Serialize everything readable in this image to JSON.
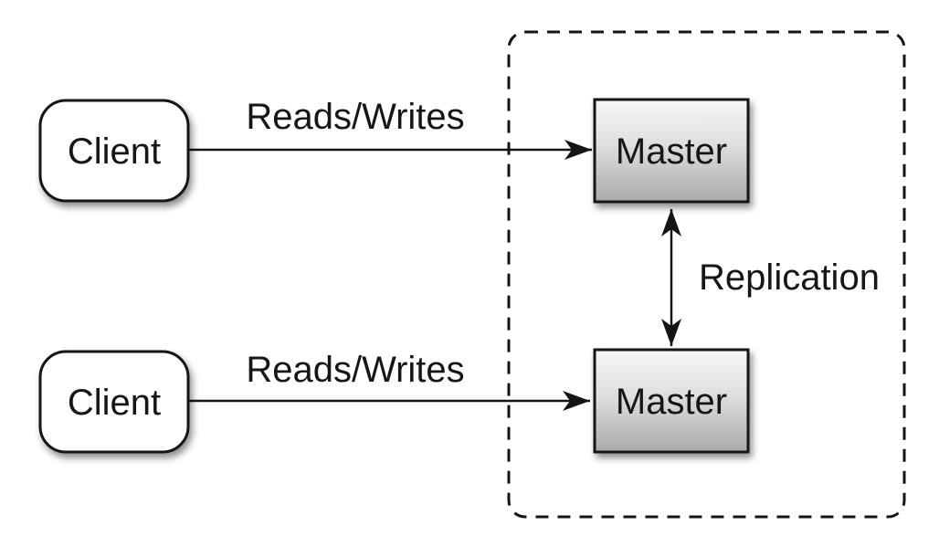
{
  "diagram": {
    "type": "architecture-diagram",
    "topic": "master-master replication",
    "colors": {
      "background": "#ffffff",
      "line": "#141414",
      "client_fill": "#ffffff",
      "master_fill_top": "#f7f7f7",
      "master_fill_mid": "#dedede",
      "master_fill_bottom": "#a9a9a9",
      "text": "#161616"
    },
    "clients": [
      {
        "label": "Client"
      },
      {
        "label": "Client"
      }
    ],
    "masters": [
      {
        "label": "Master"
      },
      {
        "label": "Master"
      }
    ],
    "edges": [
      {
        "label": "Reads/Writes",
        "from": "client-1",
        "to": "master-1",
        "direction": "one-way"
      },
      {
        "label": "Reads/Writes",
        "from": "client-2",
        "to": "master-2",
        "direction": "one-way"
      },
      {
        "label": "Replication",
        "from": "master-1",
        "to": "master-2",
        "direction": "two-way"
      }
    ],
    "group": {
      "contains": "masters",
      "border_style": "dashed"
    }
  }
}
